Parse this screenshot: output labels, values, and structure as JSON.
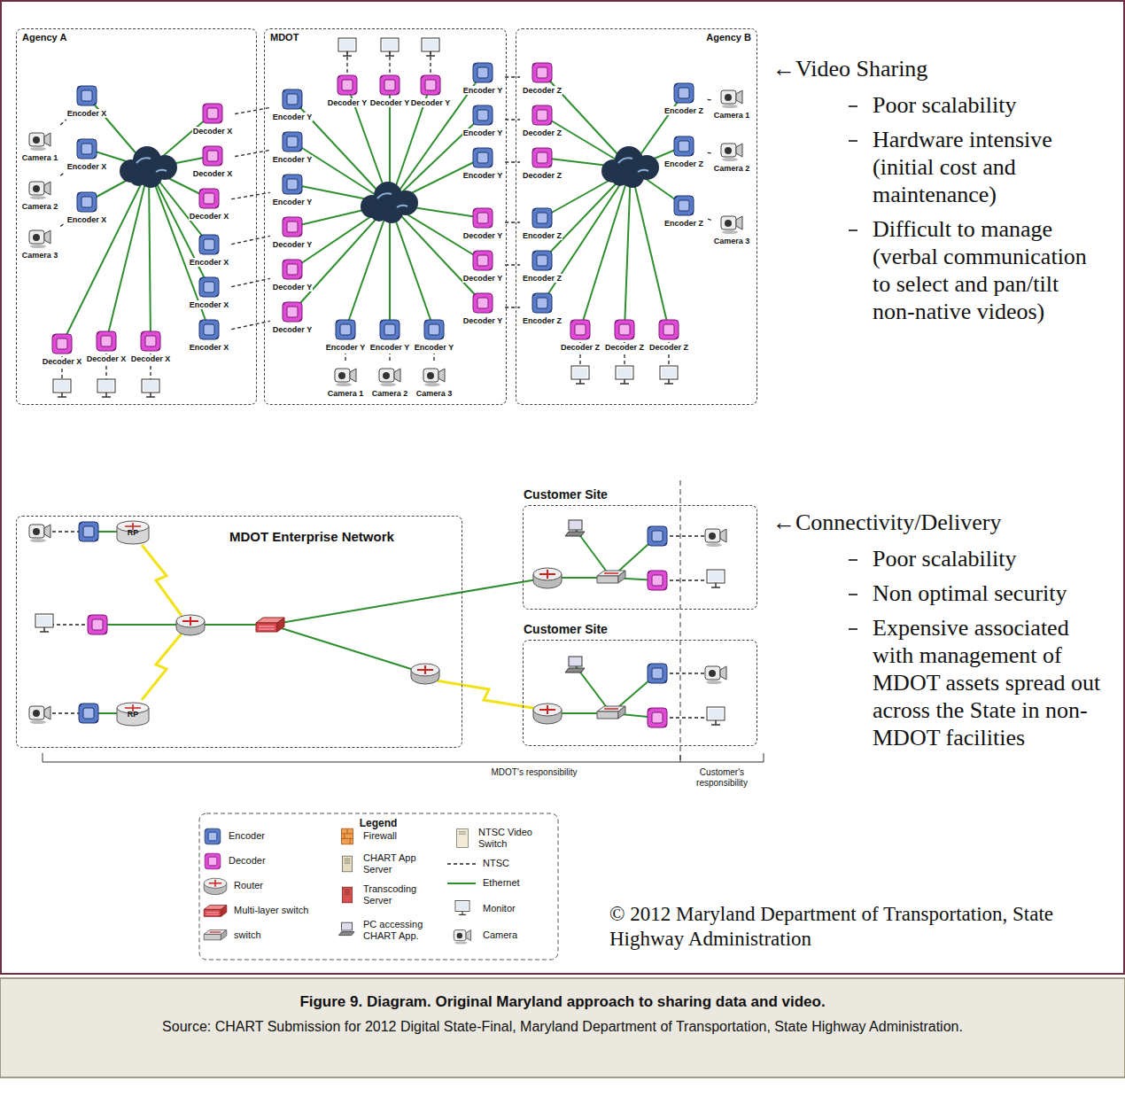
{
  "diagram": {
    "caption": "Figure 9. Diagram. Original Maryland approach to sharing data and video.",
    "nodes": [
      {
        "text": [
          "Agency A"
        ]
      },
      {
        "text": [
          "MDOT"
        ]
      },
      {
        "text": [
          "Agency B"
        ]
      },
      {
        "text": [
          "Camera 1"
        ],
        "in": 0
      },
      {
        "text": [
          "Encoder X"
        ],
        "in": 0
      },
      {
        "text": [
          "Camera 2"
        ],
        "in": 0
      },
      {
        "text": [
          "Encoder X"
        ],
        "in": 0
      },
      {
        "text": [
          "Camera 3"
        ],
        "in": 0
      },
      {
        "text": [
          "Encoder X"
        ],
        "in": 0
      },
      {
        "text": [
          "Decoder X"
        ],
        "in": 0
      },
      {
        "text": [
          "Decoder X"
        ],
        "in": 0
      },
      {
        "text": [
          "Decoder X"
        ],
        "in": 0
      },
      {
        "text": [
          "Encoder X"
        ],
        "in": 0
      },
      {
        "text": [
          "Encoder X"
        ],
        "in": 0
      },
      {
        "text": [
          "Encoder X"
        ],
        "in": 0
      },
      {
        "text": [
          "Decoder X"
        ],
        "in": 0
      },
      {
        "text": [
          "Decoder X"
        ],
        "in": 0
      },
      {
        "text": [
          "Decoder X"
        ],
        "in": 0
      },
      {
        "text": [
          "Decoder Y"
        ],
        "in": 1
      },
      {
        "text": [
          "Decoder Y"
        ],
        "in": 1
      },
      {
        "text": [
          "Decoder Y"
        ],
        "in": 1
      },
      {
        "text": [
          "Encoder Y"
        ],
        "in": 1
      },
      {
        "text": [
          "Encoder Y"
        ],
        "in": 1
      },
      {
        "text": [
          "Encoder Y"
        ],
        "in": 1
      },
      {
        "text": [
          "Decoder Y"
        ],
        "in": 1
      },
      {
        "text": [
          "Decoder Y"
        ],
        "in": 1
      },
      {
        "text": [
          "Decoder Y"
        ],
        "in": 1
      },
      {
        "text": [
          "Encoder Y"
        ],
        "in": 1
      },
      {
        "text": [
          "Encoder Y"
        ],
        "in": 1
      },
      {
        "text": [
          "Encoder Y"
        ],
        "in": 1
      },
      {
        "text": [
          "Decoder Y"
        ],
        "in": 1
      },
      {
        "text": [
          "Decoder Y"
        ],
        "in": 1
      },
      {
        "text": [
          "Decoder Y"
        ],
        "in": 1
      },
      {
        "text": [
          "Encoder Y"
        ],
        "in": 1
      },
      {
        "text": [
          "Camera 1"
        ],
        "in": 1
      },
      {
        "text": [
          "Encoder Y"
        ],
        "in": 1
      },
      {
        "text": [
          "Camera 2"
        ],
        "in": 1
      },
      {
        "text": [
          "Encoder Y"
        ],
        "in": 1
      },
      {
        "text": [
          "Camera 3"
        ],
        "in": 1
      },
      {
        "text": [
          "Decoder Z"
        ],
        "in": 2
      },
      {
        "text": [
          "Decoder Z"
        ],
        "in": 2
      },
      {
        "text": [
          "Decoder Z"
        ],
        "in": 2
      },
      {
        "text": [
          "Encoder Z"
        ],
        "in": 2
      },
      {
        "text": [
          "Encoder Z"
        ],
        "in": 2
      },
      {
        "text": [
          "Encoder Z"
        ],
        "in": 2
      },
      {
        "text": [
          "Encoder Z"
        ],
        "in": 2
      },
      {
        "text": [
          "Camera 1"
        ],
        "in": 2
      },
      {
        "text": [
          "Encoder Z"
        ],
        "in": 2
      },
      {
        "text": [
          "Camera 2"
        ],
        "in": 2
      },
      {
        "text": [
          "Encoder Z"
        ],
        "in": 2
      },
      {
        "text": [
          "Camera 3"
        ],
        "in": 2
      },
      {
        "text": [
          "Decoder Z"
        ],
        "in": 2
      },
      {
        "text": [
          "Decoder Z"
        ],
        "in": 2
      },
      {
        "text": [
          "Decoder Z"
        ],
        "in": 2
      },
      {
        "text": [
          "MDOT Enterprise Network"
        ]
      },
      {
        "text": [
          "RP"
        ],
        "in": 54
      },
      {
        "text": [
          "RP"
        ],
        "in": 54
      },
      {
        "text": [
          "Customer Site"
        ]
      },
      {
        "text": [
          "Customer Site"
        ]
      }
    ],
    "edges": [
      {
        "from": 3,
        "to": 4,
        "arrow": "none"
      },
      {
        "from": 5,
        "to": 6,
        "arrow": "none"
      },
      {
        "from": 7,
        "to": 8,
        "arrow": "none"
      },
      {
        "from": 9,
        "to": 21,
        "arrow": "none"
      },
      {
        "from": 10,
        "to": 22,
        "arrow": "none"
      },
      {
        "from": 11,
        "to": 23,
        "arrow": "none"
      },
      {
        "from": 12,
        "to": 24,
        "arrow": "none"
      },
      {
        "from": 13,
        "to": 25,
        "arrow": "none"
      },
      {
        "from": 14,
        "to": 26,
        "arrow": "none"
      },
      {
        "from": 27,
        "to": 39,
        "arrow": "none"
      },
      {
        "from": 28,
        "to": 40,
        "arrow": "none"
      },
      {
        "from": 29,
        "to": 41,
        "arrow": "none"
      },
      {
        "from": 30,
        "to": 42,
        "arrow": "none"
      },
      {
        "from": 31,
        "to": 43,
        "arrow": "none"
      },
      {
        "from": 32,
        "to": 44,
        "arrow": "none"
      },
      {
        "from": 34,
        "to": 33,
        "arrow": "none"
      },
      {
        "from": 36,
        "to": 35,
        "arrow": "none"
      },
      {
        "from": 38,
        "to": 37,
        "arrow": "none"
      },
      {
        "from": 46,
        "to": 45,
        "arrow": "none"
      },
      {
        "from": 48,
        "to": 47,
        "arrow": "none"
      },
      {
        "from": 50,
        "to": 49,
        "arrow": "none"
      }
    ],
    "labels": [
      "←Video Sharing",
      "Poor scalability",
      "Hardware intensive (initial cost and maintenance)",
      "Difficult to manage (verbal communication to select and pan/tilt non-native videos)",
      "←Connectivity/Delivery",
      "Poor scalability",
      "Non optimal security",
      "Expensive associated with management of MDOT assets spread out across the State in non-MDOT facilities",
      "MDOT's responsibility",
      "Customer's responsibility",
      "Legend",
      "© 2012 Maryland Department of Transportation, State Highway Administration",
      "Source: CHART Submission for 2012 Digital State-Final, Maryland Department of Transportation, State Highway Administration."
    ],
    "legend": [
      {
        "text": "Encoder"
      },
      {
        "text": "Decoder"
      },
      {
        "text": "Router"
      },
      {
        "text": "Multi-layer switch"
      },
      {
        "text": "switch"
      },
      {
        "text": "Firewall"
      },
      {
        "text": "CHART App Server"
      },
      {
        "text": "Transcoding Server"
      },
      {
        "text": "PC accessing CHART App."
      },
      {
        "text": "NTSC Video Switch"
      },
      {
        "text": "NTSC"
      },
      {
        "text": "Ethernet"
      },
      {
        "text": "Monitor"
      },
      {
        "text": "Camera"
      }
    ]
  }
}
